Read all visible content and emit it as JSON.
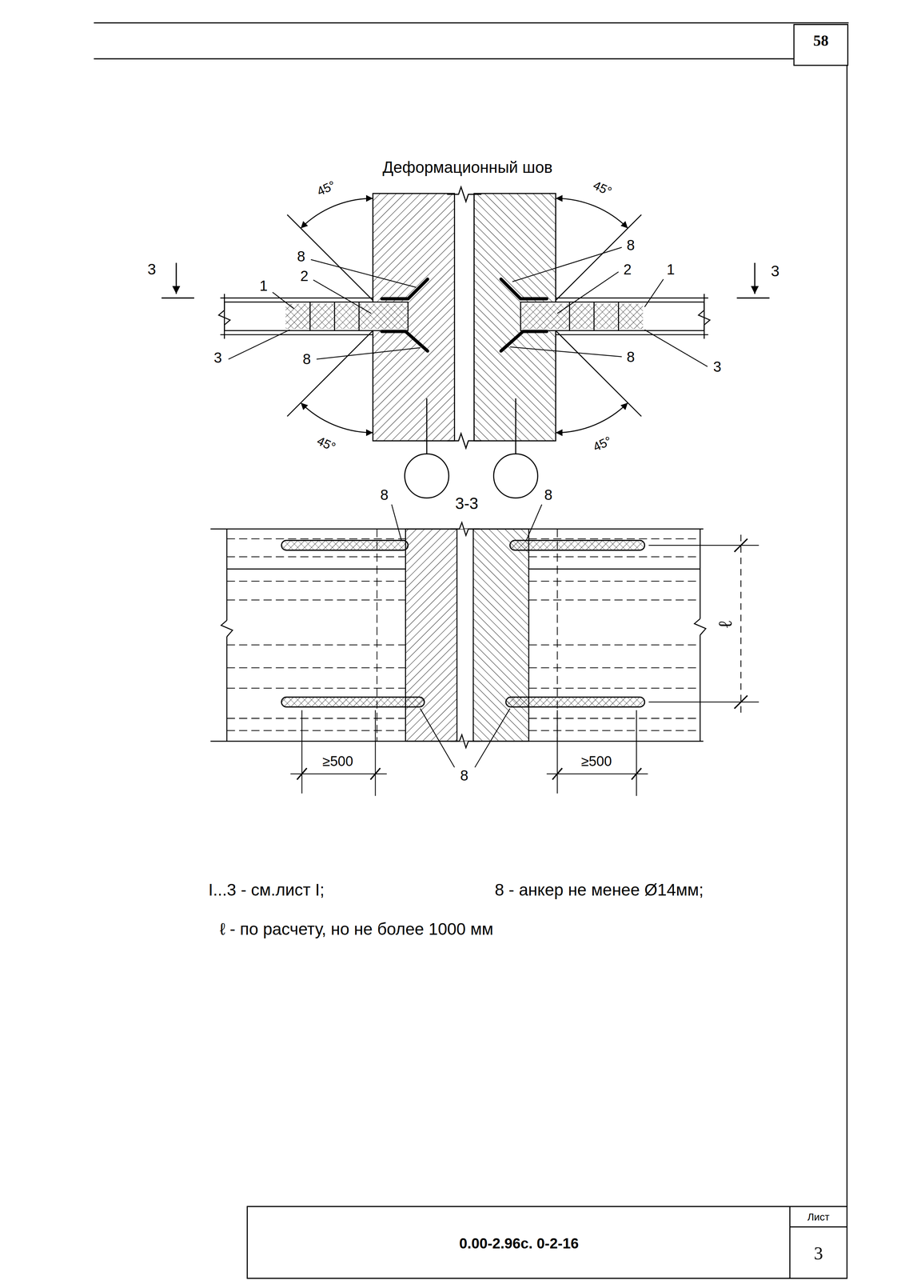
{
  "diagram": {
    "title": "Деформационный шов",
    "labels": [
      "58",
      "45°",
      "45°",
      "45°",
      "45°",
      "3",
      "3",
      "8",
      "2",
      "1",
      "3",
      "8",
      "8",
      "2",
      "1",
      "8",
      "3",
      "3-3",
      "8",
      "8",
      "ℓ",
      "≥500",
      "≥500",
      "8",
      "I...3 - см.лист I;",
      "8 - анкер не менее Ø14мм;",
      "ℓ - по расчету, но не более 1000 мм",
      "Лист",
      "3",
      "0.00-2.96с. 0-2-16"
    ]
  }
}
